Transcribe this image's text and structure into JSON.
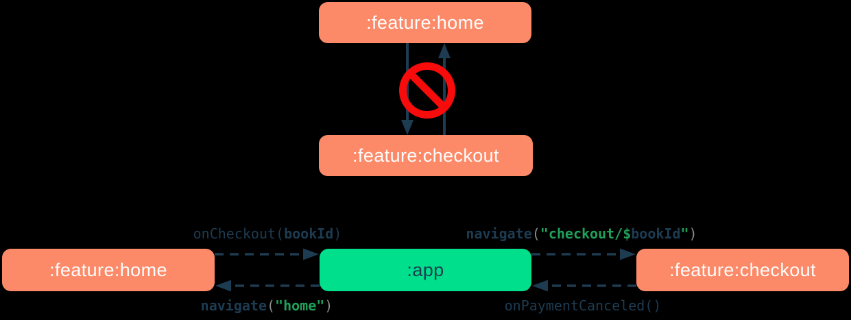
{
  "colors": {
    "background": "#000000",
    "feature_node": "#FC8A68",
    "app_node": "#00DF8B",
    "node_text_light": "#FCFCFC",
    "node_text_dark": "#1D3C52",
    "arrow": "#1D3C52",
    "code_text": "#1D3C52",
    "code_string": "#21A05A",
    "code_paren": "#8C8C8C",
    "no_entry_red": "#F80B0B"
  },
  "top_diagram": {
    "home_node": ":feature:home",
    "checkout_node": ":feature:checkout",
    "icon": "no-entry-icon",
    "edges": [
      {
        "from": ":feature:home",
        "to": ":feature:checkout",
        "style": "solid",
        "blocked": true
      },
      {
        "from": ":feature:checkout",
        "to": ":feature:home",
        "style": "solid",
        "blocked": true
      }
    ]
  },
  "bottom_diagram": {
    "home_node": ":feature:home",
    "app_node": ":app",
    "checkout_node": ":feature:checkout",
    "edges": [
      {
        "from": ":feature:home",
        "to": ":app",
        "style": "dashed",
        "label": "onCheckout(bookId)"
      },
      {
        "from": ":app",
        "to": ":feature:home",
        "style": "dashed",
        "label": "navigate(\"home\")"
      },
      {
        "from": ":app",
        "to": ":feature:checkout",
        "style": "dashed",
        "label": "navigate(\"checkout/$bookId\")"
      },
      {
        "from": ":feature:checkout",
        "to": ":app",
        "style": "dashed",
        "label": "onPaymentCanceled()"
      }
    ],
    "code_labels": {
      "on_checkout": {
        "pre": "onCheckout(",
        "arg": "bookId",
        "post": ")"
      },
      "navigate_checkout": {
        "fn": "navigate",
        "open": "(",
        "str": "\"checkout/$",
        "arg": "bookId",
        "str_end": "\"",
        "close": ")"
      },
      "navigate_home": {
        "fn": "navigate",
        "open": "(",
        "str": "\"home\"",
        "close": ")"
      },
      "on_payment_canceled": {
        "text": "onPaymentCanceled()"
      }
    }
  }
}
